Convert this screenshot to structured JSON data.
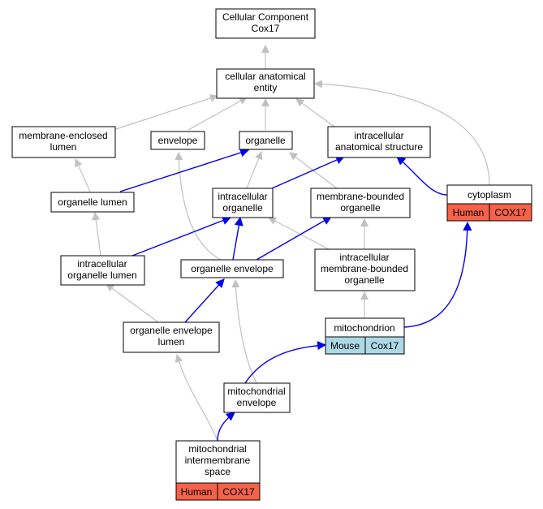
{
  "colors": {
    "human": "#f4624a",
    "mouse": "#add8e6",
    "edge_gray": "#c0c0c0",
    "edge_blue": "#0000ee"
  },
  "nodes": {
    "root": [
      "Cellular Component",
      "Cox17"
    ],
    "cae": [
      "cellular anatomical",
      "entity"
    ],
    "mel": [
      "membrane-enclosed",
      "lumen"
    ],
    "envelope": [
      "envelope"
    ],
    "organelle": [
      "organelle"
    ],
    "ias": [
      "intracellular",
      "anatomical structure"
    ],
    "cytoplasm": [
      "cytoplasm"
    ],
    "cytoplasm_tags": [
      "Human",
      "COX17"
    ],
    "olumen": [
      "organelle lumen"
    ],
    "iorg": [
      "intracellular",
      "organelle"
    ],
    "mbo": [
      "membrane-bounded",
      "organelle"
    ],
    "iolumen": [
      "intracellular",
      "organelle lumen"
    ],
    "oenv": [
      "organelle envelope"
    ],
    "imbo": [
      "intracellular",
      "membrane-bounded",
      "organelle"
    ],
    "mito": [
      "mitochondrion"
    ],
    "mito_tags": [
      "Mouse",
      "Cox17"
    ],
    "oel": [
      "organelle envelope",
      "lumen"
    ],
    "menv": [
      "mitochondrial",
      "envelope"
    ],
    "mis": [
      "mitochondrial",
      "intermembrane",
      "space"
    ],
    "mis_tags": [
      "Human",
      "COX17"
    ]
  }
}
